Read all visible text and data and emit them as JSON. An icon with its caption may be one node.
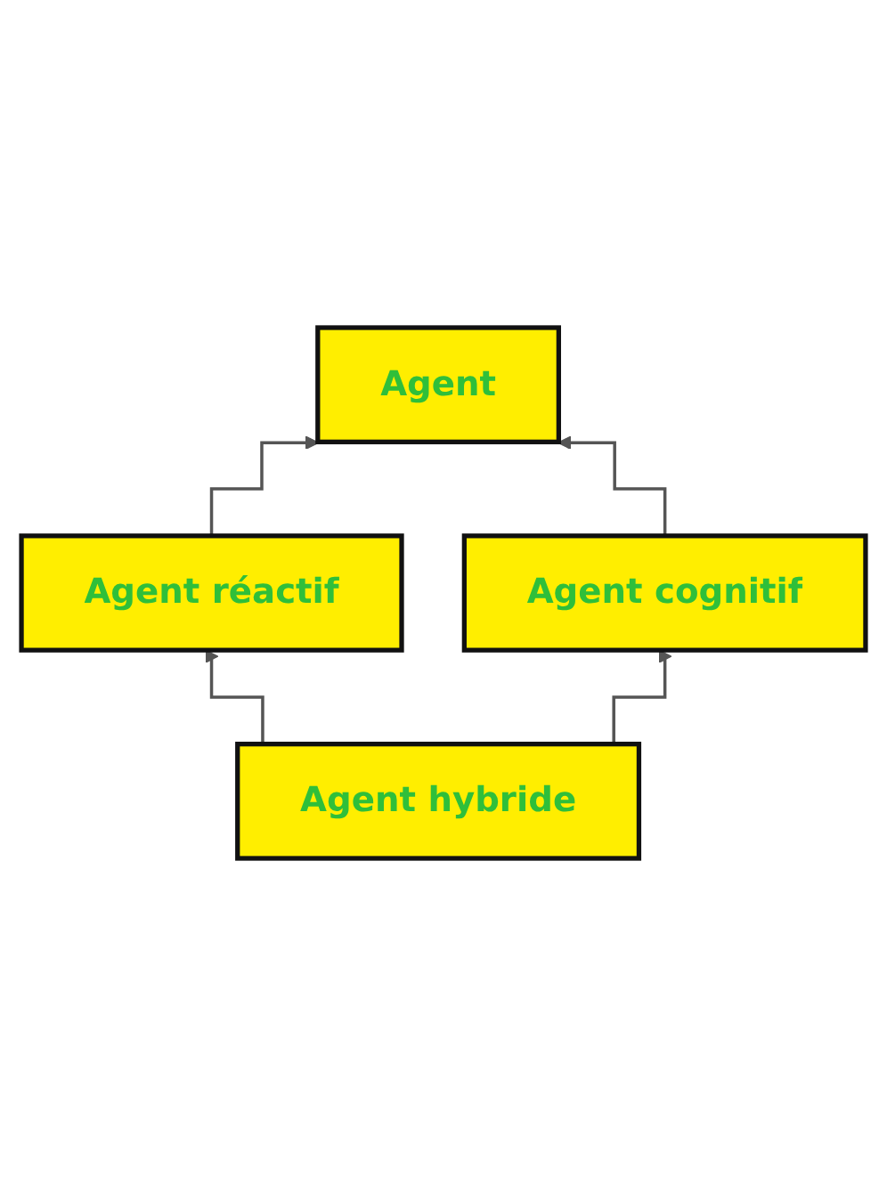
{
  "diagram": {
    "nodes": [
      {
        "text": [
          "Agent"
        ]
      },
      {
        "text": [
          "Agent réactif"
        ]
      },
      {
        "text": [
          "Agent cognitif"
        ]
      },
      {
        "text": [
          "Agent hybride"
        ]
      }
    ],
    "edges": [
      {
        "from": 1,
        "to": 0,
        "arrow": "to"
      },
      {
        "from": 2,
        "to": 0,
        "arrow": "to"
      },
      {
        "from": 3,
        "to": 1,
        "arrow": "to"
      },
      {
        "from": 3,
        "to": 2,
        "arrow": "to"
      }
    ]
  }
}
